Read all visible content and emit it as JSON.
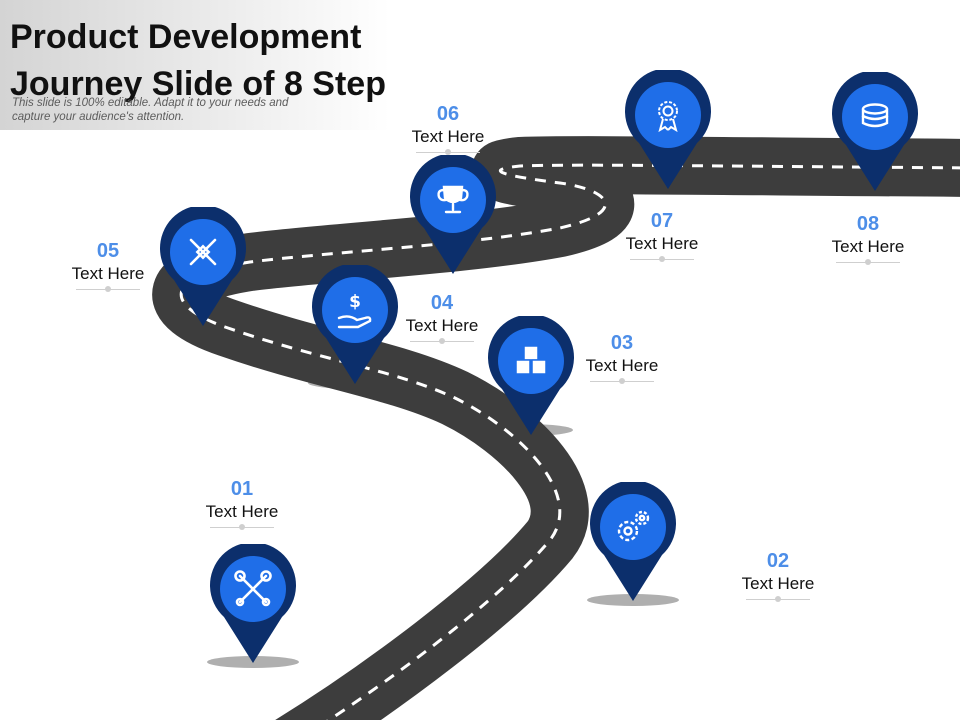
{
  "slide": {
    "title_line1": "Product Development",
    "title_line2": "Journey Slide of 8 Step",
    "subtitle": "This slide is 100% editable. Adapt it to your needs and capture your audience's attention."
  },
  "steps": [
    {
      "number": "01",
      "label": "Text Here",
      "icon": "tools-icon"
    },
    {
      "number": "02",
      "label": "Text Here",
      "icon": "gears-icon"
    },
    {
      "number": "03",
      "label": "Text Here",
      "icon": "boxes-icon"
    },
    {
      "number": "04",
      "label": "Text Here",
      "icon": "money-hand-icon"
    },
    {
      "number": "05",
      "label": "Text Here",
      "icon": "design-tools-icon"
    },
    {
      "number": "06",
      "label": "Text Here",
      "icon": "trophy-icon"
    },
    {
      "number": "07",
      "label": "Text Here",
      "icon": "award-ribbon-icon"
    },
    {
      "number": "08",
      "label": "Text Here",
      "icon": "coins-icon"
    }
  ],
  "colors": {
    "road": "#3d3d3d",
    "road_dash": "#ffffff",
    "pin_outer": "#0c2f6c",
    "pin_inner": "#1f6ee8",
    "number": "#4d8ee8"
  }
}
